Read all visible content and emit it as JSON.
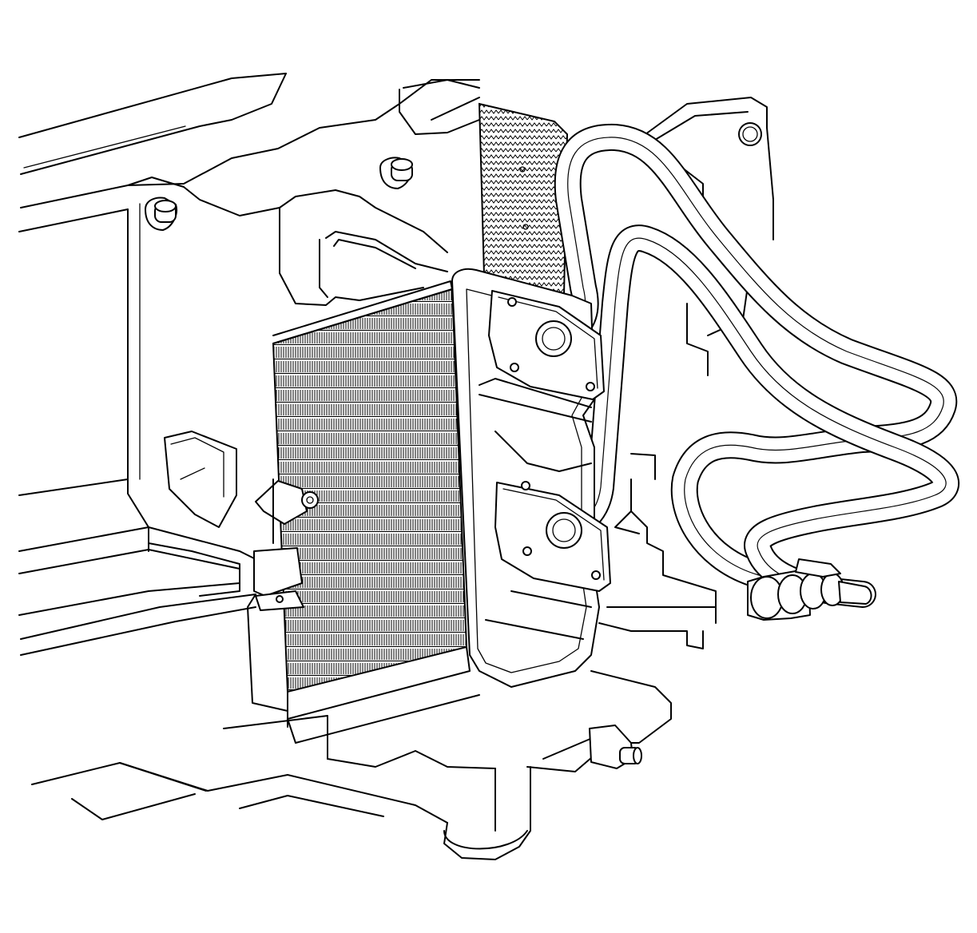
{
  "diagram": {
    "labels": [],
    "components": [
      {
        "id": "hvac-module-housing"
      },
      {
        "id": "heater-core"
      },
      {
        "id": "heater-core-cover"
      },
      {
        "id": "heater-hoses"
      },
      {
        "id": "foam-seal"
      },
      {
        "id": "mounting-studs"
      },
      {
        "id": "drain-tube"
      }
    ]
  }
}
